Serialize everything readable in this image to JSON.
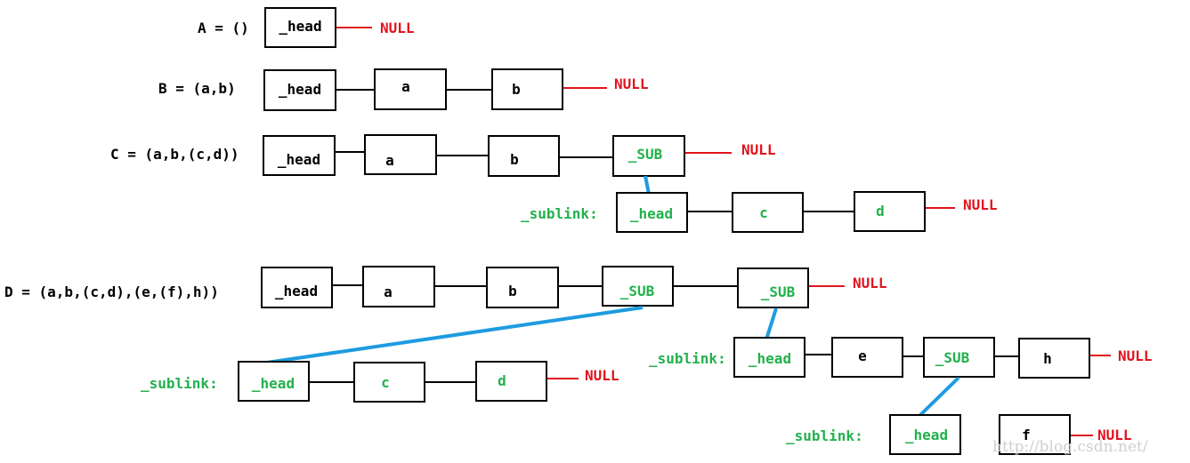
{
  "colors": {
    "null": "#e0141e",
    "green": "#22b14c",
    "sublink": "#1e9be0",
    "black": "#000000"
  },
  "labels": {
    "A": "A = ()",
    "B": "B = (a,b)",
    "C": "C = (a,b,(c,d))",
    "D": "D = (a,b,(c,d),(e,(f),h))",
    "sublink": "_sublink:",
    "null": "NULL"
  },
  "nodes": {
    "head": "_head",
    "sub": "_SUB",
    "a": "a",
    "b": "b",
    "c": "c",
    "d": "d",
    "e": "e",
    "f": "f",
    "h": "h"
  },
  "watermark": "http://blog.csdn.net/"
}
